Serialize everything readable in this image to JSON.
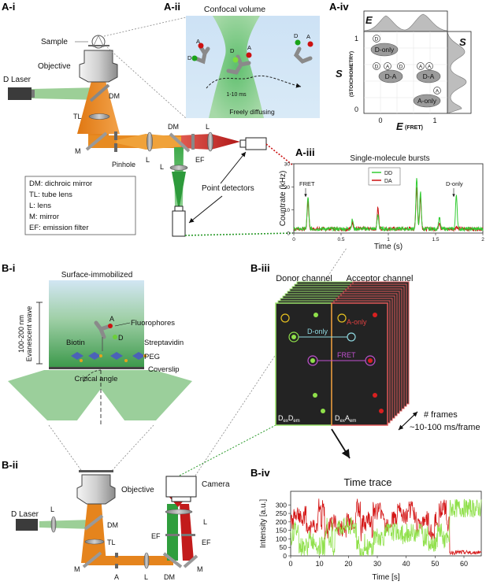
{
  "panels": {
    "ai": "A-i",
    "aii": "A-ii",
    "aiii": "A-iii",
    "aiv": "A-iv",
    "bi": "B-i",
    "bii": "B-ii",
    "biii": "B-iii",
    "biv": "B-iv"
  },
  "ai": {
    "sample": "Sample",
    "objective": "Objective",
    "laser": "D Laser",
    "dm1": "DM",
    "dm2": "DM",
    "tl": "TL",
    "m": "M",
    "pinhole": "Pinhole",
    "l1": "L",
    "l2": "L",
    "l3": "L",
    "ef": "EF",
    "point_detectors": "Point detectors",
    "legend": [
      "DM: dichroic mirror",
      "TL: tube lens",
      "L: lens",
      "M: mirror",
      "EF: emission filter"
    ]
  },
  "aii": {
    "title": "Confocal volume",
    "time": "1-10 ms",
    "caption": "Freely diffusing",
    "mol_labels": [
      "A",
      "D",
      "D",
      "A",
      "A",
      "D"
    ]
  },
  "aiii": {
    "title": "Single-molecule bursts",
    "ylabel": "Countrate (kHz)",
    "xlabel": "Time (s)",
    "legend_dd": "DD",
    "legend_da": "DA",
    "ann_fret": "FRET",
    "ann_donly": "D-only",
    "colors": {
      "dd": "#33cc33",
      "da": "#cc1111"
    }
  },
  "aiv": {
    "e_label": "E",
    "s_label": "S",
    "y_axis": "S",
    "y_sub": "(STOICHIOMETRY)",
    "x_axis": "E",
    "x_sub": "(FRET)",
    "tick_1": "1",
    "tick_0": "0",
    "xtick_0": "0",
    "xtick_1": "1",
    "pops": [
      "D-only",
      "D-A",
      "D-A",
      "A-only"
    ],
    "circles": [
      "D",
      "A",
      "D",
      "A",
      "D",
      "A",
      "A"
    ]
  },
  "bi": {
    "title": "Surface-immobilized",
    "wave": "Evanescent wave",
    "depth": "100-200 nm",
    "fluorophores": "Fluorophores",
    "a": "A",
    "d": "D",
    "biotin": "Biotin",
    "streptavidin": "Streptavidin",
    "peg": "PEG",
    "coverslip": "Coverslip",
    "critical": "Critical angle"
  },
  "bii": {
    "objective": "Objective",
    "camera": "Camera",
    "laser": "D Laser",
    "l1": "L",
    "l2": "L",
    "l3": "L",
    "dm1": "DM",
    "dm2": "DM",
    "tl": "TL",
    "m1": "M",
    "m2": "M",
    "a": "A",
    "ef1": "EF",
    "ef2": "EF"
  },
  "biii": {
    "donor": "Donor channel",
    "acceptor": "Acceptor channel",
    "aonly": "A-only",
    "donly": "D-only",
    "fret": "FRET",
    "dd_main": "D",
    "dd_sub1": "ex",
    "dd_mid": "D",
    "dd_sub2": "em",
    "da_main": "D",
    "da_sub1": "ex",
    "da_mid": "A",
    "da_sub2": "em",
    "frames": "# frames",
    "rate": "~10-100 ms/frame"
  },
  "biv": {
    "title": "Time trace",
    "ylabel": "Intensity [a.u.]",
    "xlabel": "Time [s]",
    "colors": {
      "acceptor": "#d41515",
      "donor": "#8fe04a"
    }
  },
  "chart_data": [
    {
      "type": "line",
      "title": "Single-molecule bursts",
      "xlabel": "Time (s)",
      "ylabel": "Countrate (kHz)",
      "xlim": [
        0,
        2
      ],
      "ylim": [
        0,
        30
      ],
      "xticks": [
        0,
        0.5,
        1,
        1.5,
        2
      ],
      "yticks": [
        0,
        10,
        20,
        30
      ],
      "legend": "top-left",
      "series": [
        {
          "name": "DD",
          "color": "#33cc33",
          "peaks": [
            [
              0.15,
              14
            ],
            [
              0.62,
              4
            ],
            [
              0.89,
              6
            ],
            [
              1.3,
              22
            ],
            [
              1.34,
              16
            ],
            [
              1.54,
              5
            ],
            [
              1.72,
              15
            ]
          ]
        },
        {
          "name": "DA",
          "color": "#cc1111",
          "peaks": [
            [
              0.15,
              12
            ],
            [
              0.62,
              3
            ],
            [
              0.89,
              9
            ],
            [
              1.3,
              18
            ],
            [
              1.34,
              14
            ],
            [
              1.54,
              3
            ],
            [
              1.72,
              1
            ]
          ]
        }
      ],
      "baseline": 1
    },
    {
      "type": "line",
      "title": "Time trace",
      "xlabel": "Time [s]",
      "ylabel": "Intensity [a.u.]",
      "xlim": [
        0,
        66
      ],
      "ylim": [
        0,
        380
      ],
      "xticks": [
        0,
        10,
        20,
        30,
        40,
        50,
        60
      ],
      "yticks": [
        0,
        50,
        100,
        150,
        200,
        250,
        300
      ],
      "series": [
        {
          "name": "acceptor",
          "color": "#d41515",
          "before": [
            55,
            210
          ],
          "after": [
            55,
            20
          ]
        },
        {
          "name": "donor",
          "color": "#8fe04a",
          "before": [
            55,
            110
          ],
          "after": [
            55,
            280
          ]
        }
      ]
    }
  ]
}
